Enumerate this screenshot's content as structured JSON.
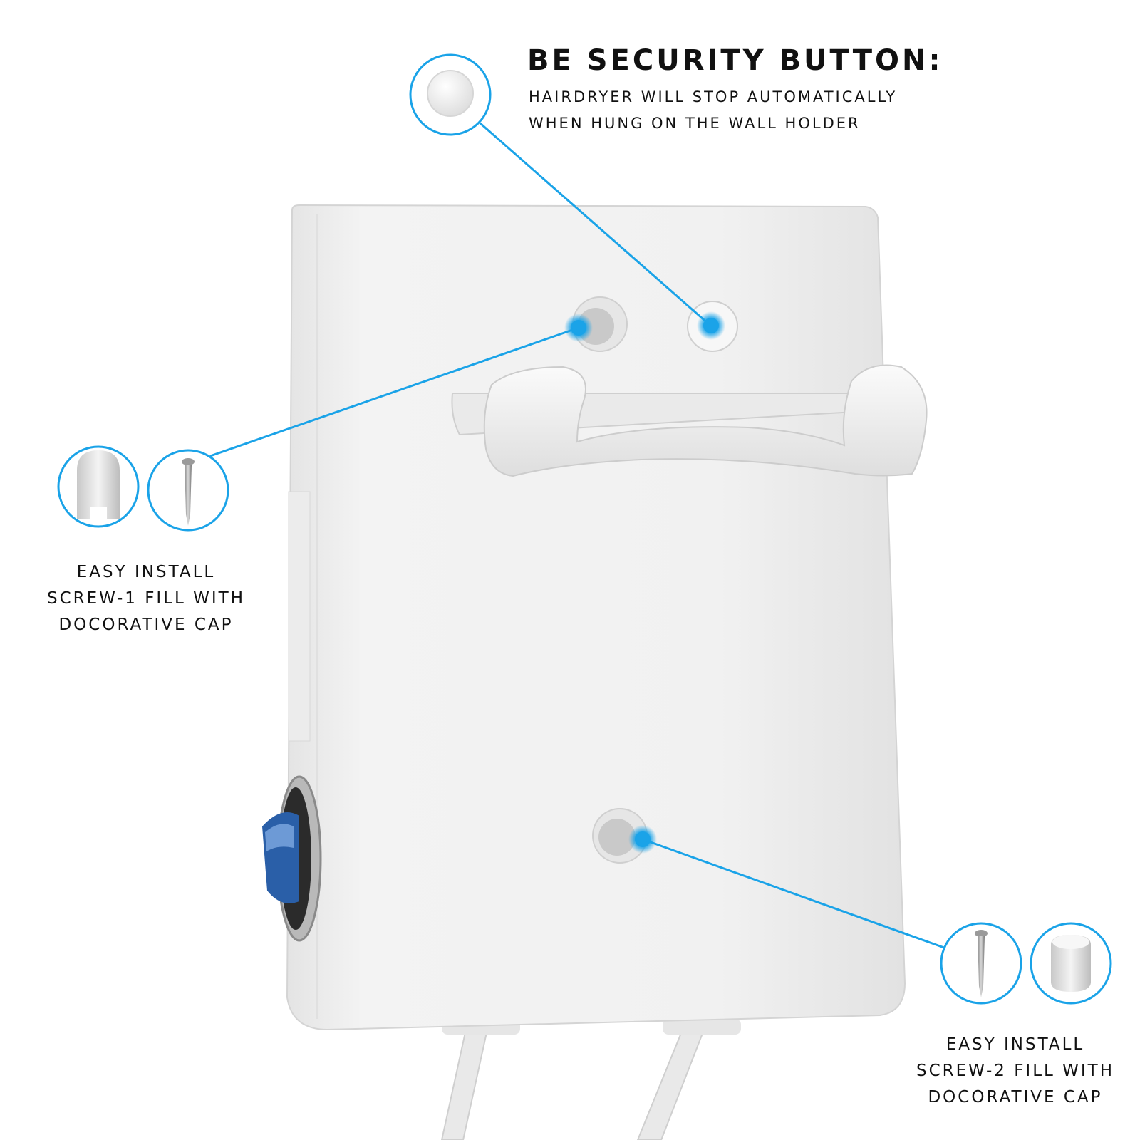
{
  "callout_title": "Be Security BUTTON:",
  "callout_line1": "hairdryer will stop automatically",
  "callout_line2": "when hung on the wall holder",
  "left_label": {
    "line1": "Easy Install",
    "line2": "screw-1  Fill with",
    "line3": "docorative cap"
  },
  "right_label": {
    "line1": "Easy Install",
    "line2": "screw-2 Fill with",
    "line3": "docorative cap"
  },
  "colors": {
    "accent": "#1aa3e8",
    "device": "#f2f2f2",
    "switch": "#2a5fa8"
  }
}
